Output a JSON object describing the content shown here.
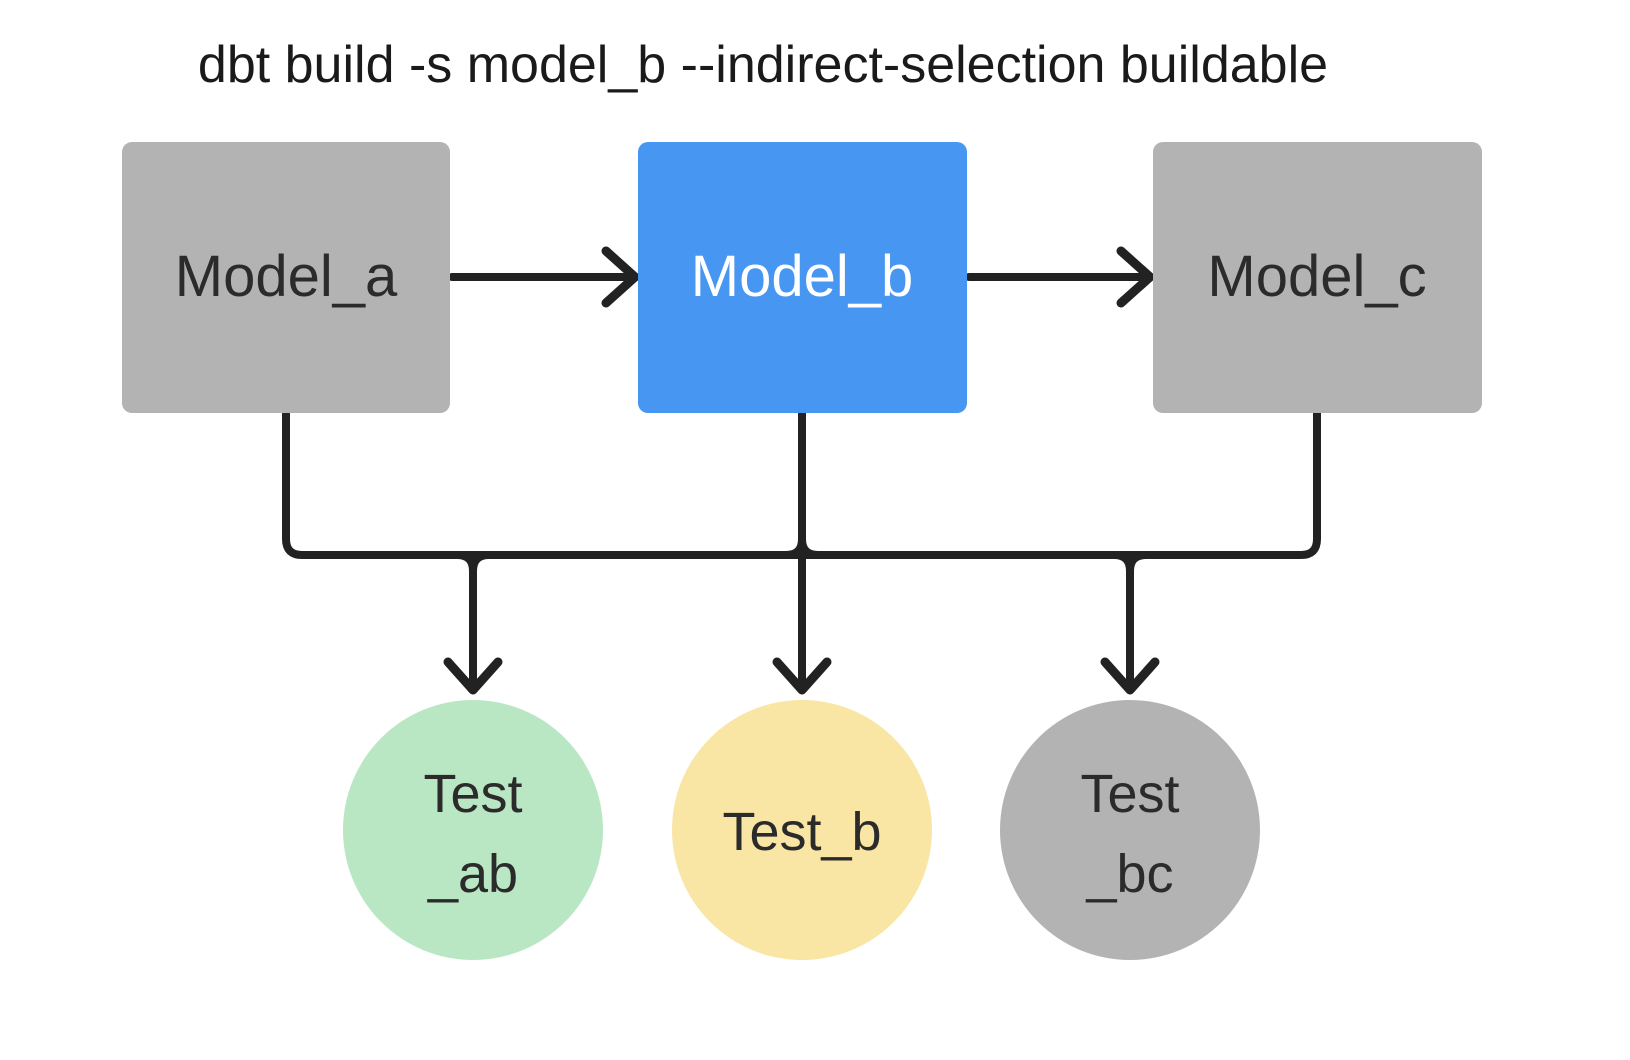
{
  "title": {
    "text": "dbt build -s model_b --indirect-selection buildable",
    "color": "#1a1a1a"
  },
  "colors": {
    "background": "#ffffff",
    "edge": "#222222"
  },
  "models": {
    "a": {
      "label": "Model_a",
      "fill": "#b3b3b3",
      "text_color": "#2b2b2b"
    },
    "b": {
      "label": "Model_b",
      "fill": "#4796f2",
      "text_color": "#ffffff"
    },
    "c": {
      "label": "Model_c",
      "fill": "#b3b3b3",
      "text_color": "#2b2b2b"
    }
  },
  "tests": {
    "ab": {
      "line1": "Test",
      "line2": "_ab",
      "fill": "#b9e7c4",
      "text_color": "#2b2b2b"
    },
    "b": {
      "line1": "Test_b",
      "line2": "",
      "fill": "#f9e6a4",
      "text_color": "#2b2b2b"
    },
    "bc": {
      "line1": "Test",
      "line2": "_bc",
      "fill": "#b3b3b3",
      "text_color": "#2b2b2b"
    }
  },
  "edges": [
    {
      "from": "Model_a",
      "to": "Model_b"
    },
    {
      "from": "Model_b",
      "to": "Model_c"
    },
    {
      "from": "Model_a",
      "to": "Test_ab"
    },
    {
      "from": "Model_b",
      "to": "Test_ab"
    },
    {
      "from": "Model_b",
      "to": "Test_b"
    },
    {
      "from": "Model_b",
      "to": "Test_bc"
    },
    {
      "from": "Model_c",
      "to": "Test_bc"
    }
  ]
}
